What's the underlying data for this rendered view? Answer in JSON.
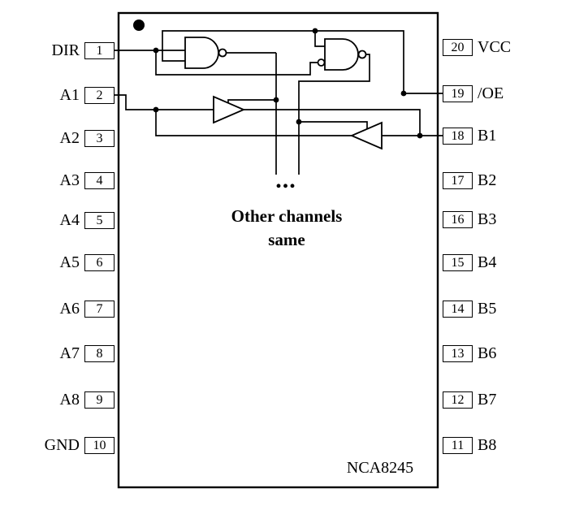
{
  "colors": {
    "ink": "#000000",
    "background": "#ffffff"
  },
  "chip": {
    "part_number": "NCA8245",
    "ellipsis": "...",
    "note_line1": "Other channels",
    "note_line2": "same"
  },
  "pins_left": [
    {
      "number": "1",
      "label": "DIR"
    },
    {
      "number": "2",
      "label": "A1"
    },
    {
      "number": "3",
      "label": "A2"
    },
    {
      "number": "4",
      "label": "A3"
    },
    {
      "number": "5",
      "label": "A4"
    },
    {
      "number": "6",
      "label": "A5"
    },
    {
      "number": "7",
      "label": "A6"
    },
    {
      "number": "8",
      "label": "A7"
    },
    {
      "number": "9",
      "label": "A8"
    },
    {
      "number": "10",
      "label": "GND"
    }
  ],
  "pins_right": [
    {
      "number": "20",
      "label": "VCC"
    },
    {
      "number": "19",
      "label": "/OE"
    },
    {
      "number": "18",
      "label": "B1"
    },
    {
      "number": "17",
      "label": "B2"
    },
    {
      "number": "16",
      "label": "B3"
    },
    {
      "number": "15",
      "label": "B4"
    },
    {
      "number": "14",
      "label": "B5"
    },
    {
      "number": "13",
      "label": "B6"
    },
    {
      "number": "12",
      "label": "B7"
    },
    {
      "number": "11",
      "label": "B8"
    }
  ],
  "components": {
    "gate1": "nand-gate",
    "gate2": "nand-gate-inverted-input",
    "buffer_forward": "tri-state-buffer-a-to-b",
    "buffer_reverse": "tri-state-buffer-b-to-a",
    "marker": "pin-1-indicator-dot"
  }
}
